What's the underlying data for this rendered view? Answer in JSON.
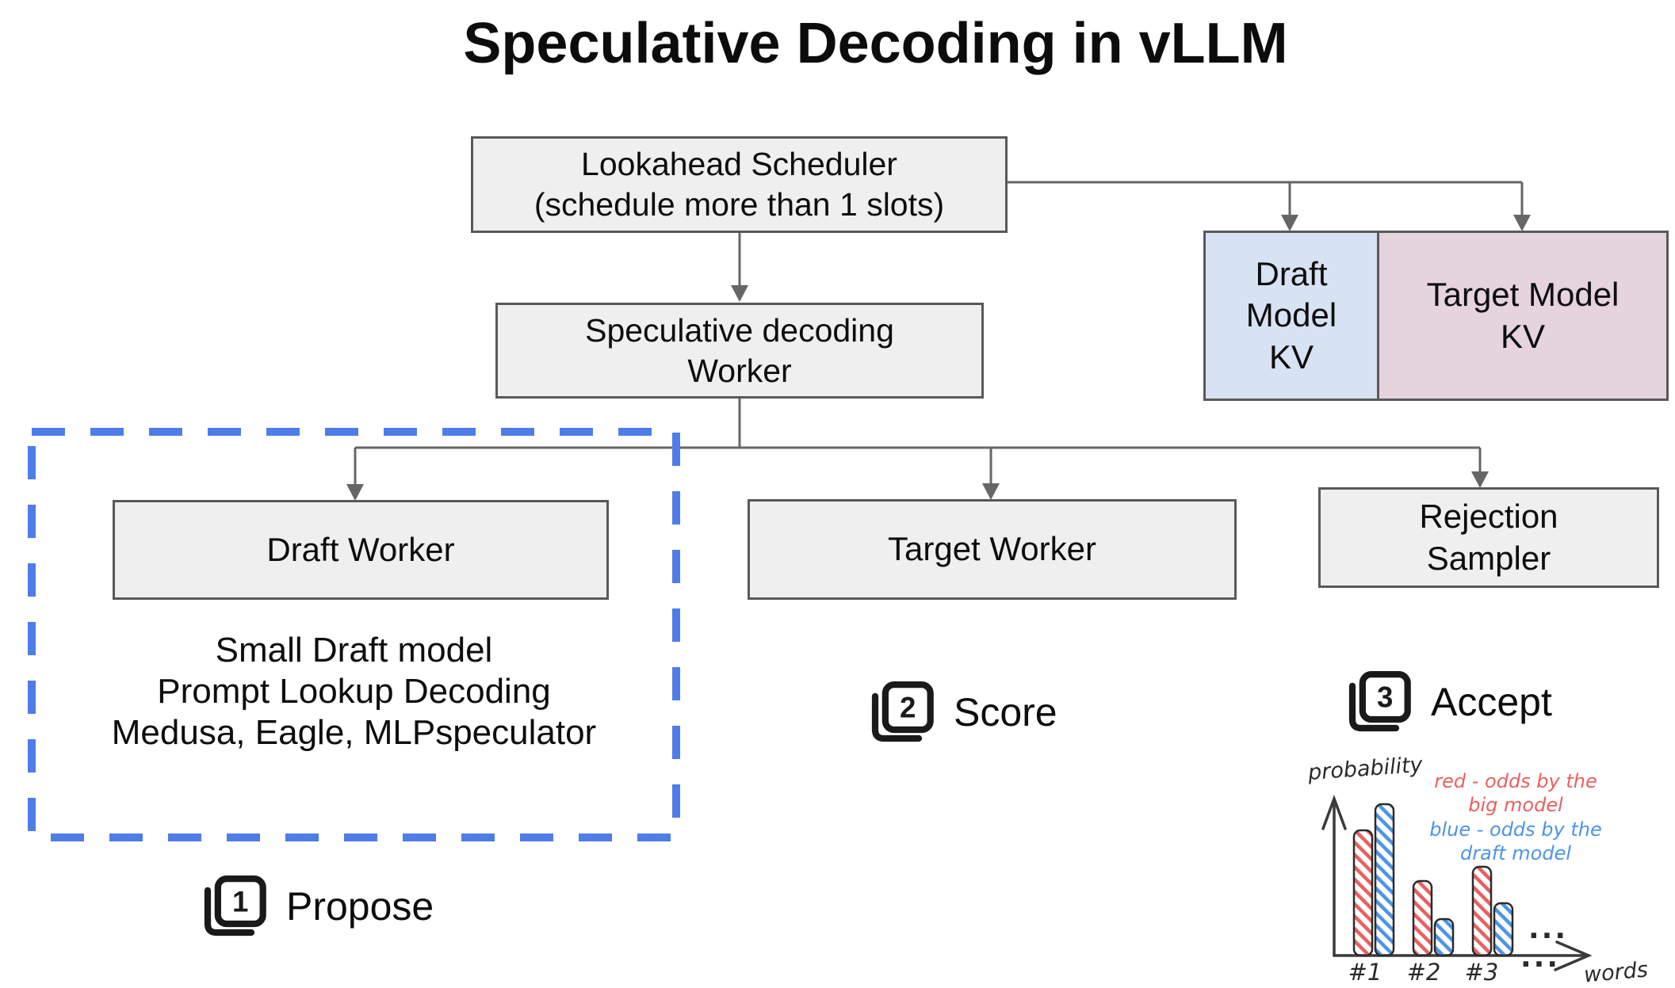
{
  "title": "Speculative Decoding in vLLM",
  "nodes": {
    "scheduler": "Lookahead Scheduler\n(schedule more than 1 slots)",
    "spec_worker": "Speculative decoding\nWorker",
    "draft_kv": "Draft\nModel\nKV",
    "target_kv": "Target Model\nKV",
    "draft_worker": "Draft Worker",
    "target_worker": "Target Worker",
    "rejection_sampler": "Rejection\nSampler",
    "draft_methods": "Small Draft model\nPrompt Lookup Decoding\nMedusa, Eagle, MLPspeculator"
  },
  "steps": [
    {
      "num": "1",
      "label": "Propose"
    },
    {
      "num": "2",
      "label": "Score"
    },
    {
      "num": "3",
      "label": "Accept"
    }
  ],
  "colors": {
    "box_fill": "#efefef",
    "box_border": "#595959",
    "draft_kv_fill": "#d7e2f2",
    "target_kv_fill": "#e5d3dd",
    "dashed_border": "#4e7de9",
    "connector": "#666666",
    "chart_red": "#e8605f",
    "chart_blue": "#4b94e8"
  },
  "chart_data": {
    "type": "bar",
    "title": "",
    "categories": [
      "#1",
      "#2",
      "#3"
    ],
    "series": [
      {
        "name": "red - odds by the big model",
        "color": "#e8605f",
        "values": [
          0.62,
          0.37,
          0.44
        ]
      },
      {
        "name": "blue - odds by the draft model",
        "color": "#4b94e8",
        "values": [
          0.75,
          0.18,
          0.26
        ]
      }
    ],
    "ylabel": "probability",
    "xlabel": "words",
    "ylim": [
      0,
      0.8
    ],
    "grid": false,
    "legend_position": "top-right",
    "legend_notes": [
      "red - odds by the\nbig model",
      "blue - odds by the\ndraft model"
    ],
    "ellipsis": "...",
    "style": "hand-drawn sketch, diagonally hatched rounded bars, no gridlines"
  }
}
